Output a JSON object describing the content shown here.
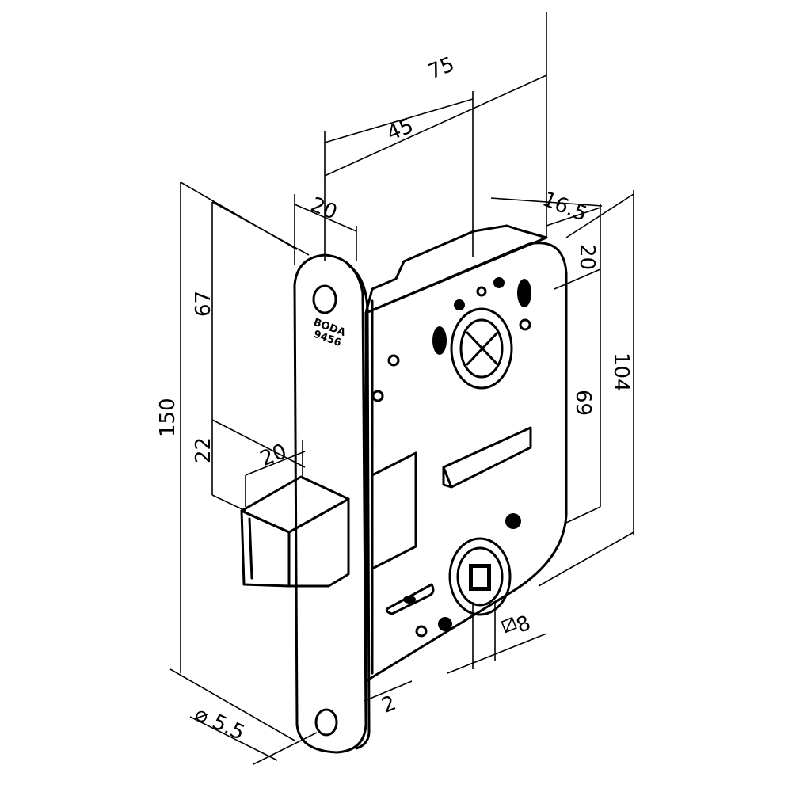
{
  "faceplate_marking": {
    "line1": "BODA",
    "line2": "9456"
  },
  "dimensions": {
    "total_depth": "75",
    "backset": "45",
    "faceplate_width": "20",
    "case_top_offset": "16.5",
    "top_to_cylinder": "20",
    "case_height": "104",
    "cylinder_to_follower": "69",
    "top_to_latch": "67",
    "faceplate_height": "150",
    "latch_height": "22",
    "latch_projection": "20",
    "screw_hole": "⌀ 5.5",
    "faceplate_thickness": "2",
    "follower_square": "8"
  }
}
